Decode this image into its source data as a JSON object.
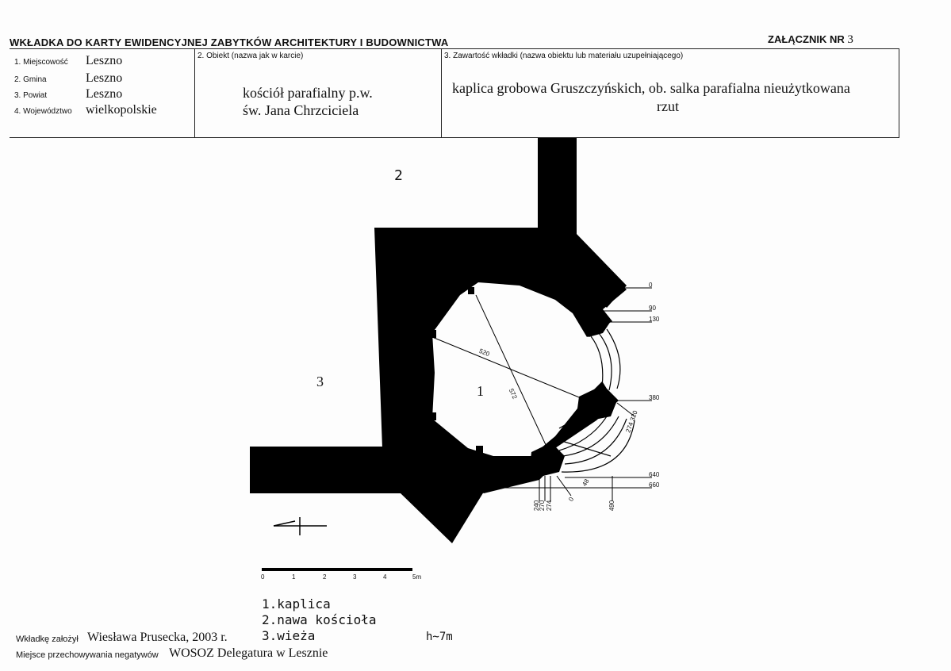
{
  "header": {
    "title": "WKŁADKA DO KARTY EWIDENCYJNEJ ZABYTKÓW ARCHITEKTURY I BUDOWNICTWA",
    "annex_label": "ZAŁĄCZNIK NR",
    "annex_number": "3"
  },
  "location": {
    "miejscowosc_label": "1. Miejscowość",
    "miejscowosc": "Leszno",
    "gmina_label": "2. Gmina",
    "gmina": "Leszno",
    "powiat_label": "3. Powiat",
    "powiat": "Leszno",
    "wojewodztwo_label": "4. Województwo",
    "wojewodztwo": "wielkopolskie"
  },
  "object": {
    "label": "2. Obiekt (nazwa jak w karcie)",
    "line1": "kościół parafialny p.w.",
    "line2": "św. Jana Chrzciciela"
  },
  "content": {
    "label": "3. Zawartość wkładki (nazwa obiektu lub materiału uzupełniającego)",
    "line1": "kaplica grobowa Gruszczyńskich, ob. salka parafialna nieużytkowana",
    "line2": "rzut"
  },
  "plan": {
    "room_1": "1",
    "room_2": "2",
    "room_3": "3",
    "diag_1": "520",
    "diag_2": "572",
    "levels": [
      "0",
      "90",
      "130",
      "380",
      "640",
      "660"
    ],
    "vertical_dims": [
      "240",
      "270",
      "274",
      "0",
      "48",
      "490"
    ],
    "side_dims": "274 320",
    "scale_ticks": [
      "0",
      "1",
      "2",
      "3",
      "4",
      "5m"
    ]
  },
  "legend": {
    "item1": "1.kaplica",
    "item2": "2.nawa kościoła",
    "item3": "3.wieża",
    "height": "h~7m"
  },
  "footer": {
    "author_label": "Wkładkę założył",
    "author": "Wiesława Prusecka, 2003 r.",
    "negatives_label": "Miejsce przechowywania negatywów",
    "negatives": "WOSOZ Delegatura w Lesznie"
  }
}
